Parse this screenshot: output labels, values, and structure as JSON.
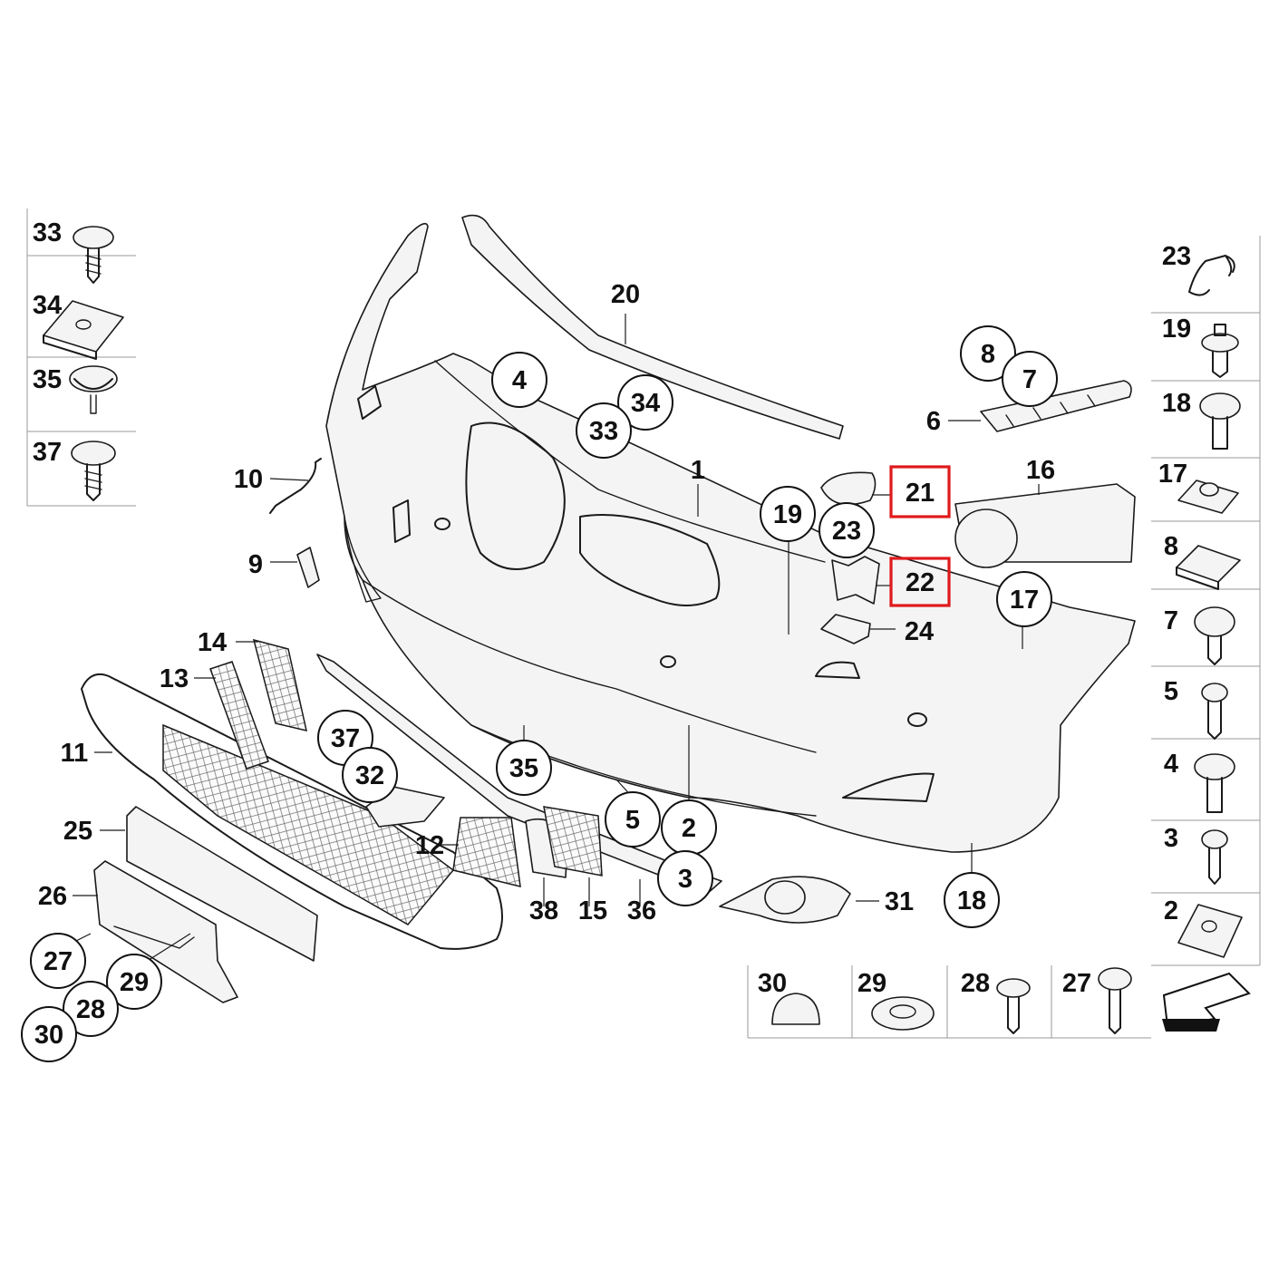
{
  "diagram": {
    "highlight_color": "#e0191b",
    "callouts_plain": [
      {
        "id": "c33",
        "label": "33"
      },
      {
        "id": "c34",
        "label": "34"
      },
      {
        "id": "c35",
        "label": "35"
      },
      {
        "id": "c37",
        "label": "37"
      },
      {
        "id": "c10",
        "label": "10"
      },
      {
        "id": "c9",
        "label": "9"
      },
      {
        "id": "c14",
        "label": "14"
      },
      {
        "id": "c13",
        "label": "13"
      },
      {
        "id": "c11",
        "label": "11"
      },
      {
        "id": "c25",
        "label": "25"
      },
      {
        "id": "c26",
        "label": "26"
      },
      {
        "id": "c12",
        "label": "12"
      },
      {
        "id": "c38",
        "label": "38"
      },
      {
        "id": "c15",
        "label": "15"
      },
      {
        "id": "c36",
        "label": "36"
      },
      {
        "id": "c20",
        "label": "20"
      },
      {
        "id": "c1",
        "label": "1"
      },
      {
        "id": "c6",
        "label": "6"
      },
      {
        "id": "c16",
        "label": "16"
      },
      {
        "id": "c24",
        "label": "24"
      },
      {
        "id": "c31",
        "label": "31"
      },
      {
        "id": "r23",
        "label": "23"
      },
      {
        "id": "r19",
        "label": "19"
      },
      {
        "id": "r18",
        "label": "18"
      },
      {
        "id": "r17",
        "label": "17"
      },
      {
        "id": "r8",
        "label": "8"
      },
      {
        "id": "r7",
        "label": "7"
      },
      {
        "id": "r5",
        "label": "5"
      },
      {
        "id": "r4",
        "label": "4"
      },
      {
        "id": "r3",
        "label": "3"
      },
      {
        "id": "r2",
        "label": "2"
      },
      {
        "id": "b30",
        "label": "30"
      },
      {
        "id": "b29",
        "label": "29"
      },
      {
        "id": "b28",
        "label": "28"
      },
      {
        "id": "b27",
        "label": "27"
      }
    ],
    "callouts_circled": [
      {
        "id": "k4",
        "label": "4"
      },
      {
        "id": "k34",
        "label": "34"
      },
      {
        "id": "k33",
        "label": "33"
      },
      {
        "id": "k19",
        "label": "19"
      },
      {
        "id": "k23",
        "label": "23"
      },
      {
        "id": "k8",
        "label": "8"
      },
      {
        "id": "k7",
        "label": "7"
      },
      {
        "id": "k17",
        "label": "17"
      },
      {
        "id": "k37",
        "label": "37"
      },
      {
        "id": "k32",
        "label": "32"
      },
      {
        "id": "k35",
        "label": "35"
      },
      {
        "id": "k5",
        "label": "5"
      },
      {
        "id": "k2",
        "label": "2"
      },
      {
        "id": "k3",
        "label": "3"
      },
      {
        "id": "k18",
        "label": "18"
      },
      {
        "id": "k27",
        "label": "27"
      },
      {
        "id": "k29",
        "label": "29"
      },
      {
        "id": "k28",
        "label": "28"
      },
      {
        "id": "k30",
        "label": "30"
      }
    ],
    "callouts_highlighted": [
      {
        "id": "h21",
        "label": "21"
      },
      {
        "id": "h22",
        "label": "22"
      }
    ]
  }
}
